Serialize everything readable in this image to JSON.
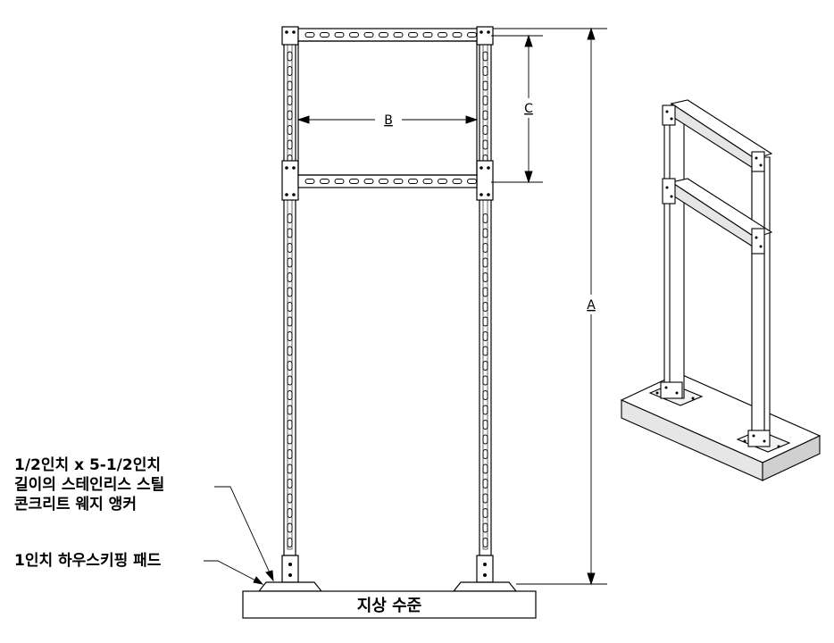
{
  "callouts": {
    "anchor": [
      "1/2인치 x 5-1/2인치",
      "길이의 스테인리스 스틸",
      "콘크리트 웨지 앵커"
    ],
    "pad": "1인치 하우스키핑 패드"
  },
  "dimensions": {
    "a": "A",
    "b": "B",
    "c": "C"
  },
  "ground_label": "지상 수준",
  "colors": {
    "line": "#000000",
    "background": "#ffffff",
    "shade": "#d9d9d9"
  }
}
